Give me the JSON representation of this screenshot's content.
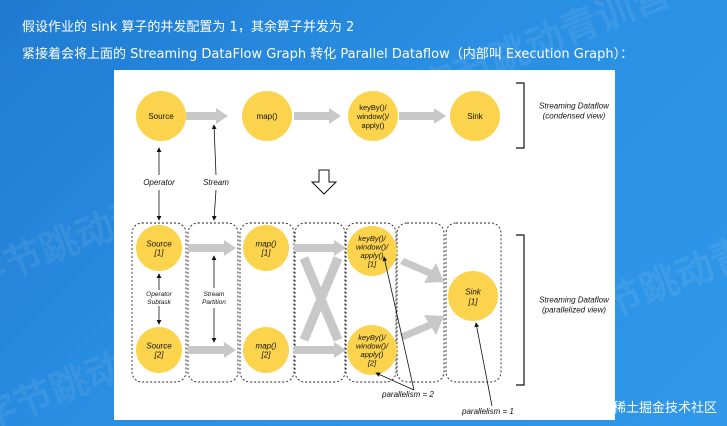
{
  "header": {
    "line1": "假设作业的 sink 算子的并发配置为 1，其余算子并发为 2",
    "line2": "紧接着会将上面的 Streaming DataFlow Graph 转化 Parallel Dataflow（内部叫 Execution Graph）："
  },
  "watermark_text": "字节跳动青训营",
  "footer": {
    "watermark": "@稀土掘金技术社区"
  },
  "colors": {
    "node": "#fcd34d",
    "arrow": "#c8c8c8",
    "bg": "#2a8fe3"
  },
  "diagram": {
    "condensed": {
      "nodes": [
        "Source",
        "map()",
        "keyBy()/\nwindow()/\napply()",
        "Sink"
      ],
      "operator_label": "Operator",
      "stream_label": "Stream",
      "caption": "Streaming Dataflow\n(condensed view)"
    },
    "parallel": {
      "nodes_top": [
        "Source\n[1]",
        "map()\n[1]",
        "keyBy()/\nwindow()/\napply()\n[1]"
      ],
      "nodes_bottom": [
        "Source\n[2]",
        "map()\n[2]",
        "keyBy()/\nwindow()/\napply()\n[2]"
      ],
      "sink": "Sink\n[1]",
      "subtask_label": "Operator\nSubtask",
      "partition_label": "Stream\nPartition",
      "caption": "Streaming Dataflow\n(parallelized view)",
      "parallelism2": "parallelism = 2",
      "parallelism1": "parallelism = 1"
    }
  }
}
